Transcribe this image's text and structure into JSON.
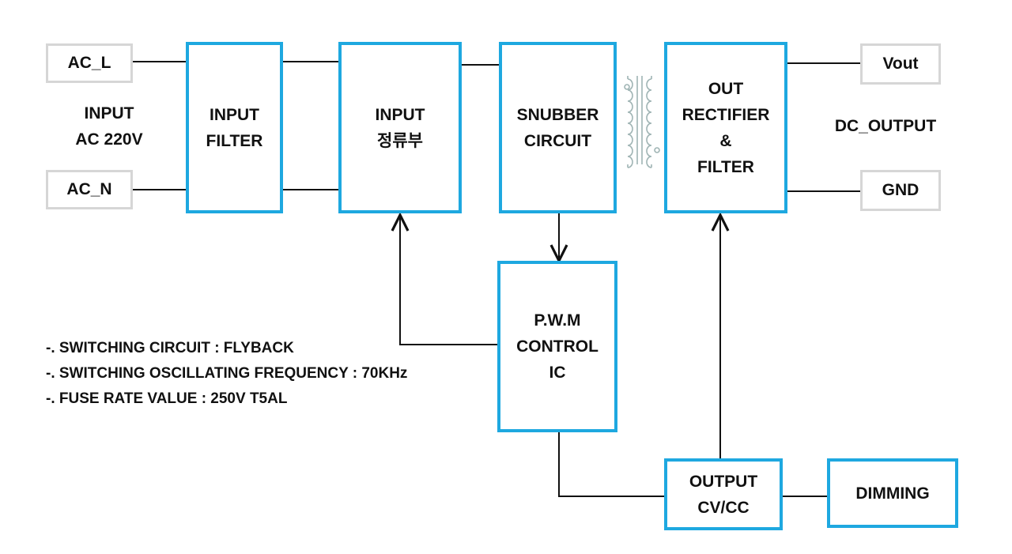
{
  "terminals": {
    "ac_l": "AC_L",
    "ac_n": "AC_N",
    "vout": "Vout",
    "gnd": "GND"
  },
  "labels": {
    "input_ac": "INPUT\nAC 220V",
    "dc_output": "DC_OUTPUT"
  },
  "blocks": {
    "input_filter": "INPUT\nFILTER",
    "input_rectifier": "INPUT\n정류부",
    "snubber": "SNUBBER\nCIRCUIT",
    "out_rectifier": "OUT\nRECTIFIER\n&\nFILTER",
    "pwm": "P.W.M\nCONTROL\nIC",
    "output_cvcc": "OUTPUT\nCV/CC",
    "dimming": "DIMMING"
  },
  "notes": [
    "-. SWITCHING CIRCUIT : FLYBACK",
    "-. SWITCHING OSCILLATING FREQUENCY : 70KHz",
    "-. FUSE RATE VALUE : 250V T5AL"
  ],
  "colors": {
    "block_border": "#1ea8e0",
    "terminal_border": "#d6d6d6",
    "wire": "#111111",
    "transformer": "#9fb4b4"
  }
}
